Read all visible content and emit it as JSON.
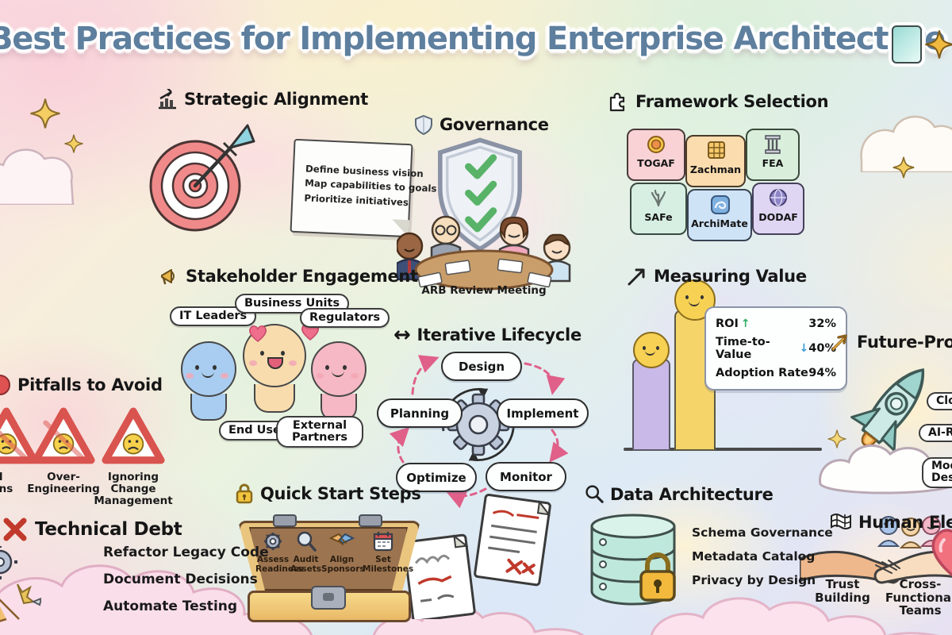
{
  "title": {
    "text": "Best Practices for Implementing Enterprise Architecture",
    "icons": [
      "tablet-card-icon",
      "sparkle-icon"
    ]
  },
  "colors": {
    "title_text": "#5E7F9E",
    "heading_text": "#161616",
    "dashed_arrow_pink": "#E0608A",
    "check_green": "#58B368",
    "roi_up_green": "#2FAE62",
    "time_down_blue": "#3A9BD8",
    "warning_red": "#D9534F",
    "gold": "#E8B54A",
    "database_teal": "#BFE8DD",
    "rocket_teal": "#C5E6E0"
  },
  "sections": {
    "strategic_alignment": {
      "icon": "chart-increasing-icon",
      "title": "Strategic Alignment",
      "note_lines": [
        "Define business vision",
        "Map capabilities to goals",
        "Prioritize initiatives"
      ]
    },
    "governance": {
      "icon": "shield-icon",
      "title": "Governance",
      "caption": "ARB Review Meeting"
    },
    "framework_selection": {
      "icon": "puzzle-icon",
      "title": "Framework Selection",
      "frameworks": [
        {
          "name": "TOGAF",
          "icon": "target-icon"
        },
        {
          "name": "Zachman",
          "icon": "grid-icon"
        },
        {
          "name": "FEA",
          "icon": "column-icon"
        },
        {
          "name": "SAFe",
          "icon": "tree-icon"
        },
        {
          "name": "ArchiMate",
          "icon": "swirl-icon"
        },
        {
          "name": "DODAF",
          "icon": "globe-icon"
        }
      ]
    },
    "stakeholder_engagement": {
      "icon": "megaphone-icon",
      "title": "Stakeholder Engagement",
      "bubbles": [
        "IT Leaders",
        "Business Units",
        "Regulators",
        "End Users",
        "External Partners"
      ]
    },
    "measuring_value": {
      "icon": "trend-up-arrow-icon",
      "title": "Measuring Value",
      "metrics": [
        {
          "label": "ROI",
          "arrow": "↑",
          "value": "32%"
        },
        {
          "label": "Time-to-Value",
          "arrow": "↓",
          "value": "40%"
        },
        {
          "label": "Adoption Rate",
          "arrow": "",
          "value": "94%"
        }
      ]
    },
    "pitfalls_to_avoid": {
      "icon": "prohibition-circle-icon",
      "title": "Pitfalls to Avoid",
      "items": [
        "Siloed Decisions",
        "Over-Engineering",
        "Ignoring Change Management"
      ]
    },
    "iterative_lifecycle": {
      "icon": "left-right-arrow-icon",
      "title": "Iterative Lifecycle",
      "title_icon_glyph": "↔",
      "nodes": [
        "Design",
        "Implement",
        "Monitor",
        "Optimize",
        "Planning"
      ]
    },
    "future_proofing": {
      "icon": "gold-arrow-icon",
      "title": "Future-Proofing",
      "tags": [
        "Cloud",
        "AI-Ready",
        "Modular Design"
      ]
    },
    "technical_debt": {
      "icon": "red-x-icon",
      "title": "Technical Debt",
      "items": [
        "Refactor Legacy Code",
        "Document Decisions",
        "Automate Testing"
      ]
    },
    "quick_start_steps": {
      "icon": "padlock-icon",
      "title": "Quick Start Steps",
      "steps": [
        {
          "icon": "gear-icon",
          "label": "Assess Readiness"
        },
        {
          "icon": "magnifier-icon",
          "label": "Audit Assets"
        },
        {
          "icon": "handshake-icon",
          "label": "Align Sponsors"
        },
        {
          "icon": "calendar-icon",
          "label": "Set Milestones"
        }
      ]
    },
    "data_architecture": {
      "icon": "magnifier-icon",
      "title": "Data Architecture",
      "items": [
        "Schema Governance",
        "Metadata Catalog",
        "Privacy by Design"
      ]
    },
    "human_element": {
      "icon": "banner-icon",
      "title": "Human Element",
      "labels": [
        "Trust Building",
        "Cross-Functional Teams"
      ]
    }
  }
}
